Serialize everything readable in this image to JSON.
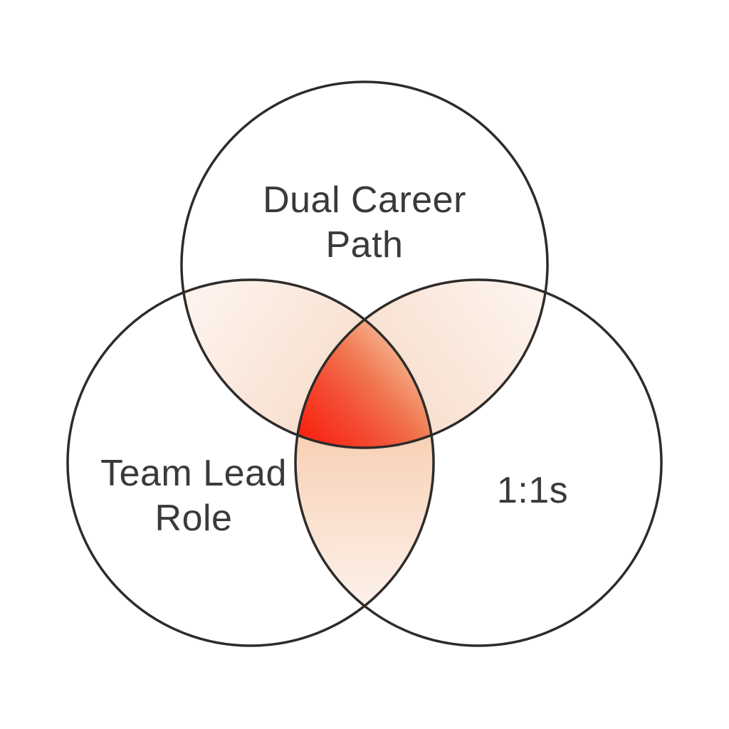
{
  "page": {
    "background": "#ffffff"
  },
  "diagram": {
    "type": "venn-3-circle",
    "stroke_color": "#2e2c2a",
    "label_color": "#3a3a3a",
    "sets": {
      "top": {
        "line1": "Dual Career",
        "line2": "Path"
      },
      "bottom_left": {
        "line1": "Team Lead",
        "line2": "Role"
      },
      "bottom_right": {
        "line1": "1:1s"
      }
    },
    "overlap_colors": {
      "lens_far": "#fdf2ec",
      "lens_near": "#f5d6bf",
      "bottom_lens_near": "#f8d2b8",
      "bottom_lens_far": "#fdf1ea",
      "center_red": "#f8210f",
      "center_mid_1": "#f44c33",
      "center_mid_2": "#f0764e",
      "center_light": "#fbd8ba"
    }
  }
}
